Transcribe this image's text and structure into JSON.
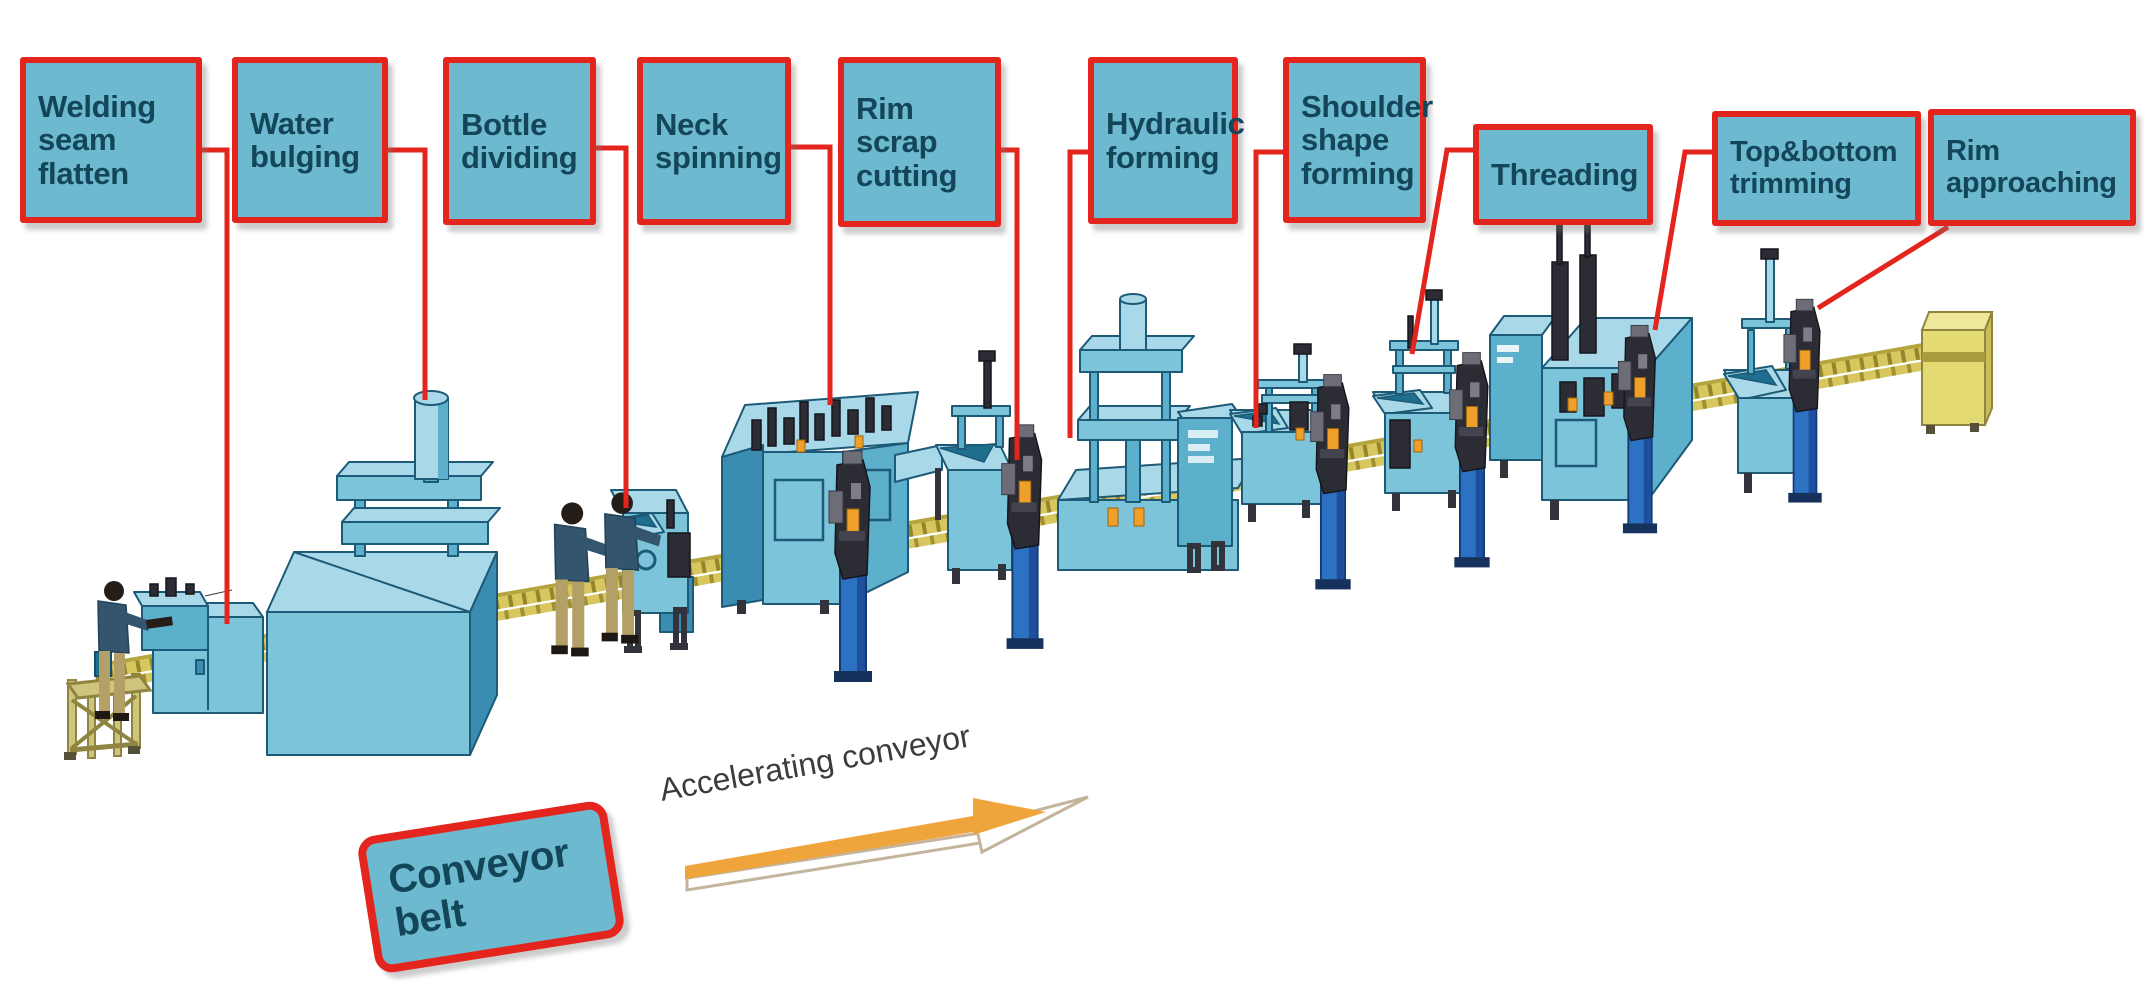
{
  "labels": [
    {
      "id": "welding-seam-flatten",
      "text": "Welding\nseam\nflatten"
    },
    {
      "id": "water-bulging",
      "text": "Water\nbulging"
    },
    {
      "id": "bottle-dividing",
      "text": "Bottle\ndividing"
    },
    {
      "id": "neck-spinning",
      "text": "Neck\nspinning"
    },
    {
      "id": "rim-scrap-cutting",
      "text": "Rim\nscrap\ncutting"
    },
    {
      "id": "hydraulic-forming",
      "text": "Hydraulic\nforming"
    },
    {
      "id": "shoulder-shape-forming",
      "text": "Shoulder\nshape\nforming"
    },
    {
      "id": "threading",
      "text": "Threading"
    },
    {
      "id": "top-bottom-trimming",
      "text": "Top&bottom\ntrimming"
    },
    {
      "id": "rim-approaching",
      "text": "Rim\napproaching"
    }
  ],
  "conveyor_label": {
    "text": "Conveyor\nbelt"
  },
  "annotation": {
    "text": "Accelerating conveyor"
  },
  "colors": {
    "background": "#ffffff",
    "label_fill": "#6db9cf",
    "label_border": "#e3251d",
    "label_text": "#14465a",
    "machine_light": "#a9d9e8",
    "machine_mid": "#7cc4da",
    "machine_mid2": "#5cb0cc",
    "machine_dark": "#3a8cb0",
    "machine_outline": "#1d5a78",
    "robot_dark": "#2c2c35",
    "pedestal_blue": "#2d72c2",
    "accent_orange": "#efa02a",
    "conveyor_yellow": "#d8c75f",
    "conveyor_dark": "#8a7b24",
    "stand_beige": "#cfc47c",
    "stand_dark": "#8f8440",
    "cabinet_yellow": "#e4da74",
    "worker_shirt": "#33566e",
    "worker_pants": "#b3a066",
    "worker_skin": "#241d18",
    "arrow_orange": "#f0a43c",
    "arrow_outline": "#c4b49c",
    "annotation_text": "#3c3c3c"
  }
}
